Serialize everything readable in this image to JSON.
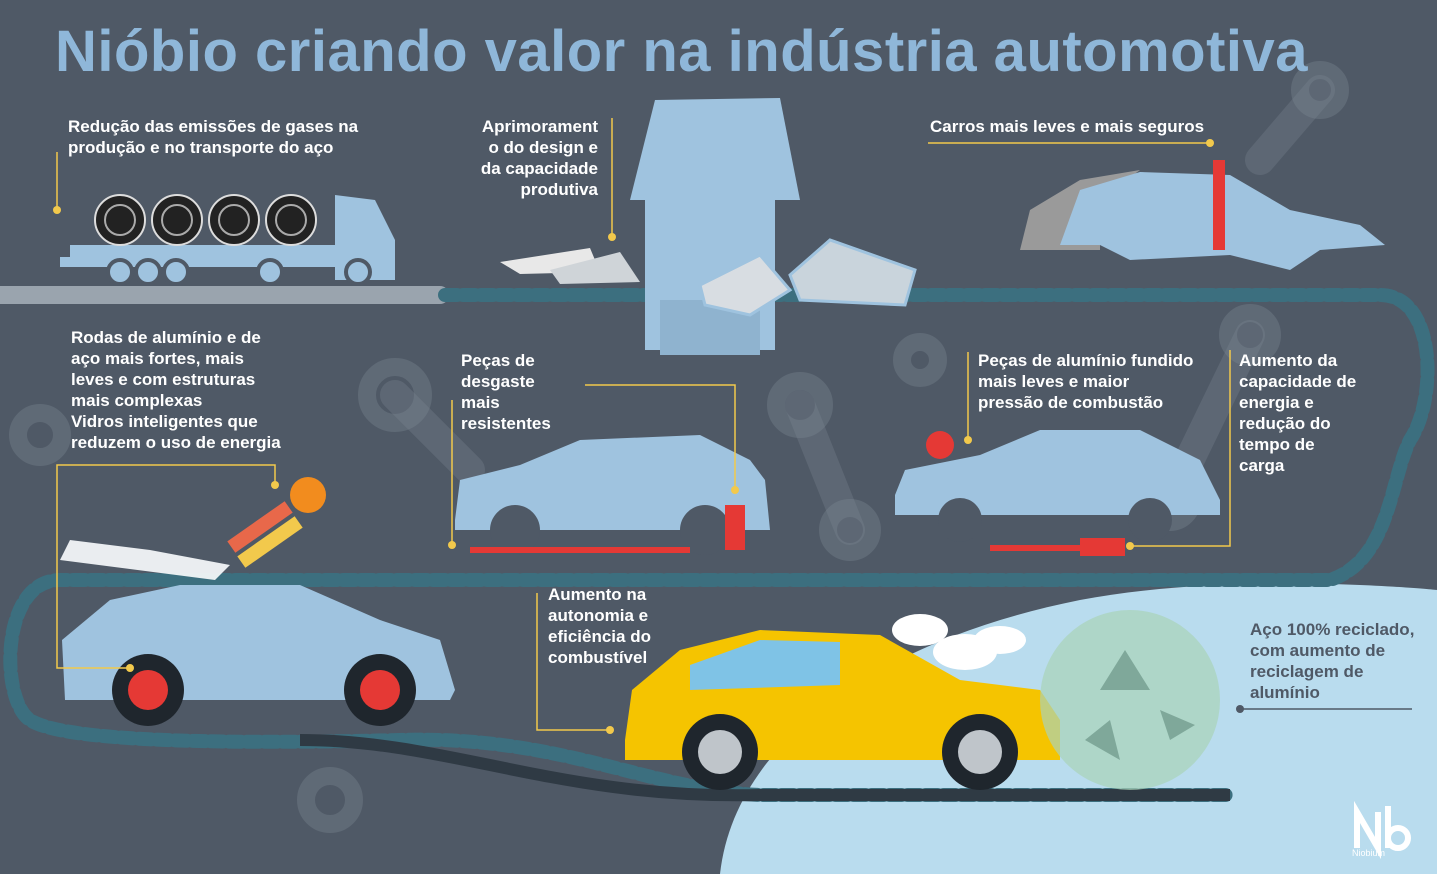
{
  "title": "Nióbio criando valor na indústria automotiva",
  "labels": {
    "emissions": [
      "Redução das emissões de gases na",
      "produção e no transporte do aço"
    ],
    "design": [
      "Aprimorament",
      "o do design e",
      "da capacidade",
      "produtiva"
    ],
    "lighter_safer": [
      "Carros mais leves e mais seguros"
    ],
    "wheels_glass": [
      "Rodas de alumínio e de",
      "aço mais fortes, mais",
      "leves e com estruturas",
      "mais complexas",
      "Vidros inteligentes que",
      "reduzem o uso de energia"
    ],
    "wear_parts": [
      "Peças de",
      "desgaste",
      "mais",
      "resistentes"
    ],
    "cast_aluminum": [
      "Peças de alumínio fundido",
      "mais leves e maior",
      "pressão de combustão"
    ],
    "battery": [
      "Aumento da",
      "capacidade de",
      "energia e",
      "redução do",
      "tempo de",
      "carga"
    ],
    "autonomy": [
      "Aumento na",
      "autonomia e",
      "eficiência do",
      "combustível"
    ],
    "recycling": [
      "Aço 100% reciclado,",
      "com aumento de",
      "reciclagem de",
      "alumínio"
    ]
  },
  "logo": {
    "text": "Niobium"
  },
  "colors": {
    "background": "#4f5966",
    "title": "#8fb7d9",
    "car_body": "#9fc3df",
    "accent_yellow": "#f2c94c",
    "accent_red": "#e53935",
    "car_yellow": "#f5c400",
    "light_panel": "#b9dcee",
    "recycle_green": "#7fa89a"
  }
}
